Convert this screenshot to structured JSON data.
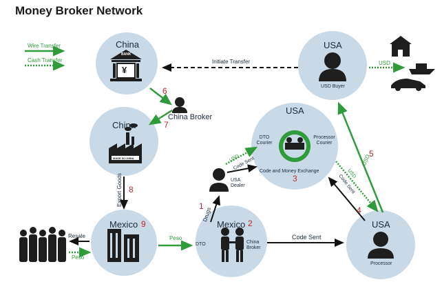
{
  "title": "Money Broker Network",
  "legend": {
    "wire": "Wire Transfer",
    "cash": "Cash Transfer"
  },
  "nodes": {
    "china_bank": {
      "label": "China",
      "icon_text": "BANK",
      "icon_symbol": "¥"
    },
    "china_factory": {
      "label": "China",
      "icon_text": "MADE IN CHINA"
    },
    "usa_buyer": {
      "label": "USA",
      "sub": "USD Buyer"
    },
    "usa_exchange": {
      "label": "USA",
      "dto_courier": "DTO Courier",
      "processor_courier": "Processor Courier",
      "sub": "Code and Money Exchange"
    },
    "mexico_left": {
      "label": "Mexico"
    },
    "mexico_center": {
      "label": "Mexico",
      "broker": "China Broker",
      "dto": "DTO"
    },
    "usa_processor": {
      "label": "USA",
      "sub": "Processor"
    },
    "china_broker": {
      "label": "China Broker"
    },
    "usa_dealer": {
      "label": "USA Dealer"
    }
  },
  "edges": {
    "initiate_transfer": "Initiate Transfer",
    "usd_goods": "USD",
    "export_goods": "Export Goods",
    "resale": "Resale",
    "peso_left": "Peso",
    "peso_right": "Peso",
    "drugs": "Drugs",
    "code_sent_bottom": "Code Sent",
    "usd_dealer": "USD",
    "code_sent_dealer": "Code Sent",
    "usd_processor": "USD",
    "code_sent_processor": "Code Sent",
    "usd_up": "USD"
  },
  "steps": [
    "1",
    "2",
    "3",
    "4",
    "5",
    "6",
    "7",
    "8",
    "9"
  ]
}
